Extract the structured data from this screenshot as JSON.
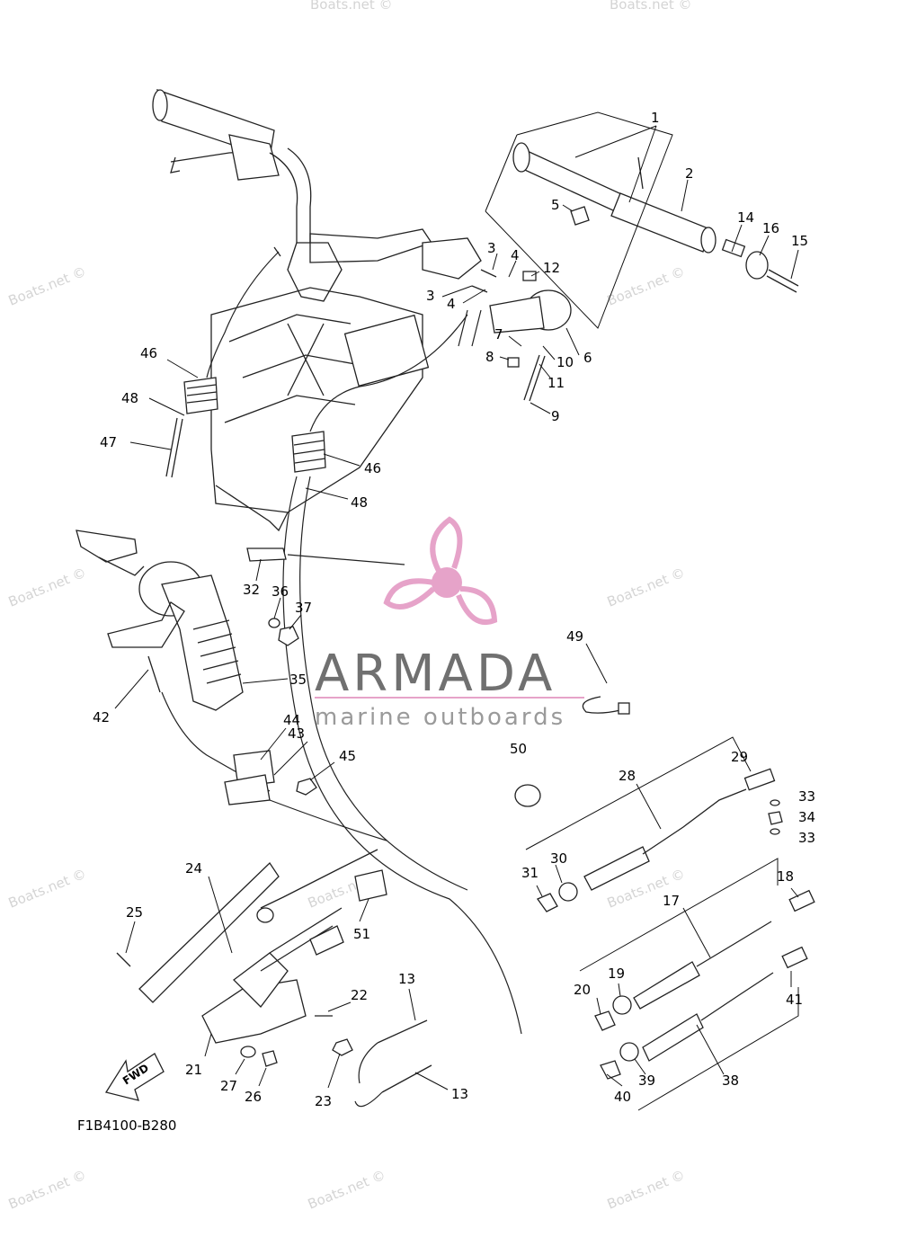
{
  "diagram": {
    "code": "F1B4100-B280",
    "direction_label": "FWD",
    "watermark_text": "Boats.net ©",
    "brand": {
      "name": "ARMADA",
      "tagline": "marine outboards",
      "logo_color": "#e6a3c9",
      "text_color": "#707070"
    },
    "callouts": [
      {
        "id": "c1",
        "label": "1"
      },
      {
        "id": "c2",
        "label": "2"
      },
      {
        "id": "c3a",
        "label": "3"
      },
      {
        "id": "c3b",
        "label": "3"
      },
      {
        "id": "c4a",
        "label": "4"
      },
      {
        "id": "c4b",
        "label": "4"
      },
      {
        "id": "c5",
        "label": "5"
      },
      {
        "id": "c6",
        "label": "6"
      },
      {
        "id": "c7",
        "label": "7"
      },
      {
        "id": "c8",
        "label": "8"
      },
      {
        "id": "c9",
        "label": "9"
      },
      {
        "id": "c10",
        "label": "10"
      },
      {
        "id": "c11",
        "label": "11"
      },
      {
        "id": "c12",
        "label": "12"
      },
      {
        "id": "c13a",
        "label": "13"
      },
      {
        "id": "c13b",
        "label": "13"
      },
      {
        "id": "c14",
        "label": "14"
      },
      {
        "id": "c15",
        "label": "15"
      },
      {
        "id": "c16",
        "label": "16"
      },
      {
        "id": "c17",
        "label": "17"
      },
      {
        "id": "c18",
        "label": "18"
      },
      {
        "id": "c19",
        "label": "19"
      },
      {
        "id": "c20",
        "label": "20"
      },
      {
        "id": "c21",
        "label": "21"
      },
      {
        "id": "c22",
        "label": "22"
      },
      {
        "id": "c23",
        "label": "23"
      },
      {
        "id": "c24",
        "label": "24"
      },
      {
        "id": "c25",
        "label": "25"
      },
      {
        "id": "c26",
        "label": "26"
      },
      {
        "id": "c27",
        "label": "27"
      },
      {
        "id": "c28",
        "label": "28"
      },
      {
        "id": "c29",
        "label": "29"
      },
      {
        "id": "c30",
        "label": "30"
      },
      {
        "id": "c31",
        "label": "31"
      },
      {
        "id": "c32",
        "label": "32"
      },
      {
        "id": "c33a",
        "label": "33"
      },
      {
        "id": "c33b",
        "label": "33"
      },
      {
        "id": "c34",
        "label": "34"
      },
      {
        "id": "c35",
        "label": "35"
      },
      {
        "id": "c36",
        "label": "36"
      },
      {
        "id": "c37",
        "label": "37"
      },
      {
        "id": "c38",
        "label": "38"
      },
      {
        "id": "c39",
        "label": "39"
      },
      {
        "id": "c40",
        "label": "40"
      },
      {
        "id": "c41",
        "label": "41"
      },
      {
        "id": "c42",
        "label": "42"
      },
      {
        "id": "c43",
        "label": "43"
      },
      {
        "id": "c44",
        "label": "44"
      },
      {
        "id": "c45",
        "label": "45"
      },
      {
        "id": "c46a",
        "label": "46"
      },
      {
        "id": "c46b",
        "label": "46"
      },
      {
        "id": "c47",
        "label": "47"
      },
      {
        "id": "c48a",
        "label": "48"
      },
      {
        "id": "c48b",
        "label": "48"
      },
      {
        "id": "c49",
        "label": "49"
      },
      {
        "id": "c50",
        "label": "50"
      },
      {
        "id": "c51",
        "label": "51"
      }
    ]
  }
}
